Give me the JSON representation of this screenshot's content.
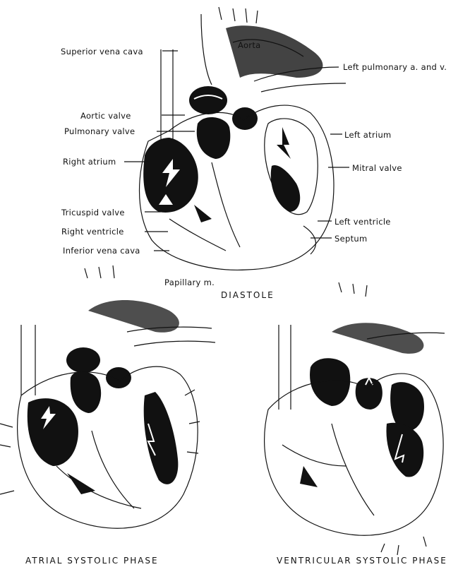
{
  "diagrams": {
    "diastole": {
      "caption": "DIASTOLE",
      "labels": {
        "superior_vena_cava": "Superior vena cava",
        "aorta": "Aorta",
        "left_pulmonary": "Left pulmonary a. and v.",
        "aortic_valve": "Aortic valve",
        "pulmonary_valve": "Pulmonary valve",
        "left_atrium": "Left atrium",
        "right_atrium": "Right atrium",
        "mitral_valve": "Mitral valve",
        "tricuspid_valve": "Tricuspid valve",
        "left_ventricle": "Left ventricle",
        "right_ventricle": "Right ventricle",
        "septum": "Septum",
        "inferior_vena_cava": "Inferior vena cava",
        "papillary_m": "Papillary m."
      }
    },
    "atrial": {
      "caption": "ATRIAL SYSTOLIC PHASE"
    },
    "ventricular": {
      "caption": "VENTRICULAR SYSTOLIC PHASE"
    }
  },
  "colors": {
    "ink": "#111111",
    "paper": "#ffffff"
  }
}
